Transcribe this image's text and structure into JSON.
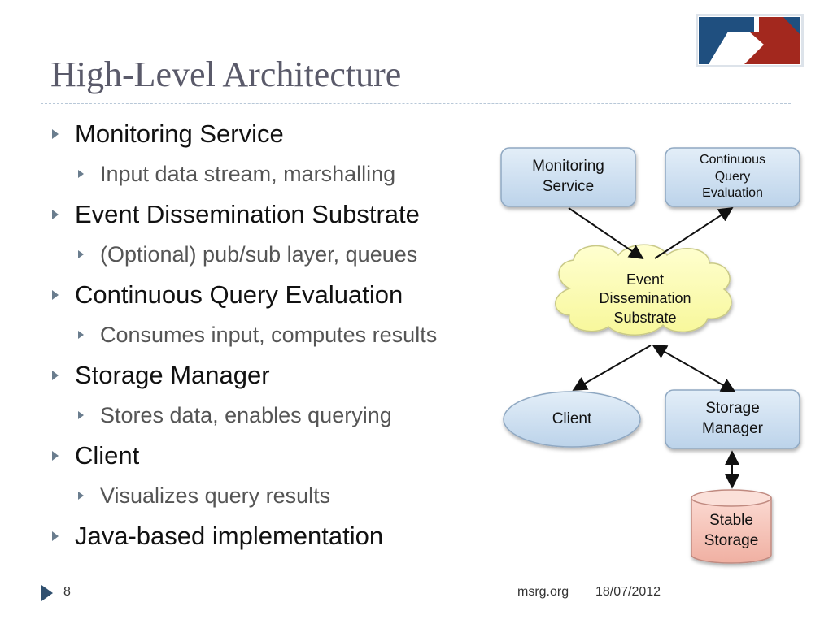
{
  "slide": {
    "title": "High-Level Architecture",
    "logo_name": "msrg-logo",
    "bullets": [
      {
        "text": "Monitoring Service",
        "sub": [
          "Input data stream, marshalling"
        ]
      },
      {
        "text": "Event Dissemination Substrate",
        "sub": [
          "(Optional) pub/sub layer, queues"
        ]
      },
      {
        "text": "Continuous Query Evaluation",
        "sub": [
          "Consumes input, computes results"
        ]
      },
      {
        "text": "Storage Manager",
        "sub": [
          "Stores data, enables querying"
        ]
      },
      {
        "text": "Client",
        "sub": [
          "Visualizes query results"
        ]
      },
      {
        "text": "Java-based implementation",
        "sub": []
      }
    ]
  },
  "diagram": {
    "nodes": {
      "monitoring": {
        "label": "Monitoring Service",
        "shape": "rounded-rect",
        "fill": "#cfe0f1"
      },
      "cqe": {
        "label": "Continuous Query Evaluation",
        "shape": "rounded-rect",
        "fill": "#cfe0f1"
      },
      "eds": {
        "label": "Event Dissemination Substrate",
        "shape": "cloud",
        "fill": "#ffffb8"
      },
      "client": {
        "label": "Client",
        "shape": "ellipse",
        "fill": "#cfe0f1"
      },
      "storage_manager": {
        "label": "Storage Manager",
        "shape": "rounded-rect",
        "fill": "#cfe0f1"
      },
      "stable_storage": {
        "label": "Stable Storage",
        "shape": "cylinder",
        "fill": "#f7c6bc"
      }
    },
    "edges": [
      {
        "from": "monitoring",
        "to": "eds",
        "direction": "forward"
      },
      {
        "from": "eds",
        "to": "cqe",
        "direction": "forward"
      },
      {
        "from": "eds",
        "to": "client",
        "direction": "forward"
      },
      {
        "from": "eds",
        "to": "storage_manager",
        "direction": "both"
      },
      {
        "from": "storage_manager",
        "to": "stable_storage",
        "direction": "both"
      }
    ]
  },
  "footer": {
    "page_number": "8",
    "site": "msrg.org",
    "date": "18/07/2012"
  },
  "colors": {
    "title": "#5a5a6a",
    "bullet_marker": "#6a7d8e",
    "node_blue": "#cfe0f1",
    "node_border": "#8fa8c2",
    "cloud_yellow": "#ffffb8",
    "storage_pink": "#f7c6bc",
    "logo_blue": "#1f4f7f",
    "logo_red": "#a3281e"
  }
}
